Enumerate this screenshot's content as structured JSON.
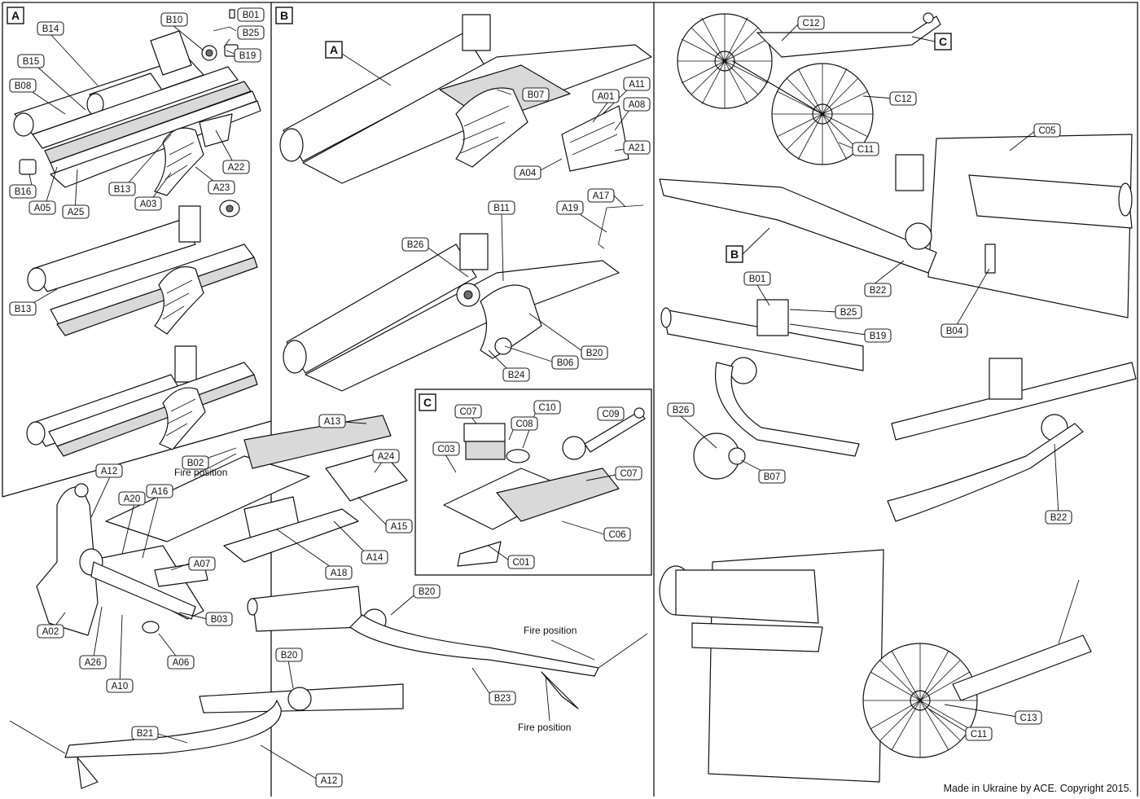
{
  "sections": {
    "a": "A",
    "b": "B",
    "c": "C",
    "ref_a": "A",
    "ref_b": "B",
    "ref_c": "C"
  },
  "labels": {
    "b01": "B01",
    "b02": "B02",
    "b03": "B03",
    "b04": "B04",
    "b06": "B06",
    "b07": "B07",
    "b08": "B08",
    "b10": "B10",
    "b11": "B11",
    "b13": "B13",
    "b14": "B14",
    "b15": "B15",
    "b16": "B16",
    "b19": "B19",
    "b20": "B20",
    "b21": "B21",
    "b22": "B22",
    "b23": "B23",
    "b24": "B24",
    "b25": "B25",
    "b26": "B26",
    "a01": "A01",
    "a02": "A02",
    "a03": "A03",
    "a04": "A04",
    "a05": "A05",
    "a06": "A06",
    "a07": "A07",
    "a08": "A08",
    "a10": "A10",
    "a11": "A11",
    "a12": "A12",
    "a13": "A13",
    "a14": "A14",
    "a15": "A15",
    "a16": "A16",
    "a17": "A17",
    "a18": "A18",
    "a19": "A19",
    "a20": "A20",
    "a21": "A21",
    "a22": "A22",
    "a23": "A23",
    "a24": "A24",
    "a25": "A25",
    "a26": "A26",
    "c01": "C01",
    "c03": "C03",
    "c05": "C05",
    "c06": "C06",
    "c07": "C07",
    "c08": "C08",
    "c09": "C09",
    "c10": "C10",
    "c11": "C11",
    "c12": "C12",
    "c13": "C13"
  },
  "notes": {
    "fire_position": "Fire position"
  },
  "footer": {
    "copyright": "Made in Ukraine by ACE. Copyright 2015."
  }
}
